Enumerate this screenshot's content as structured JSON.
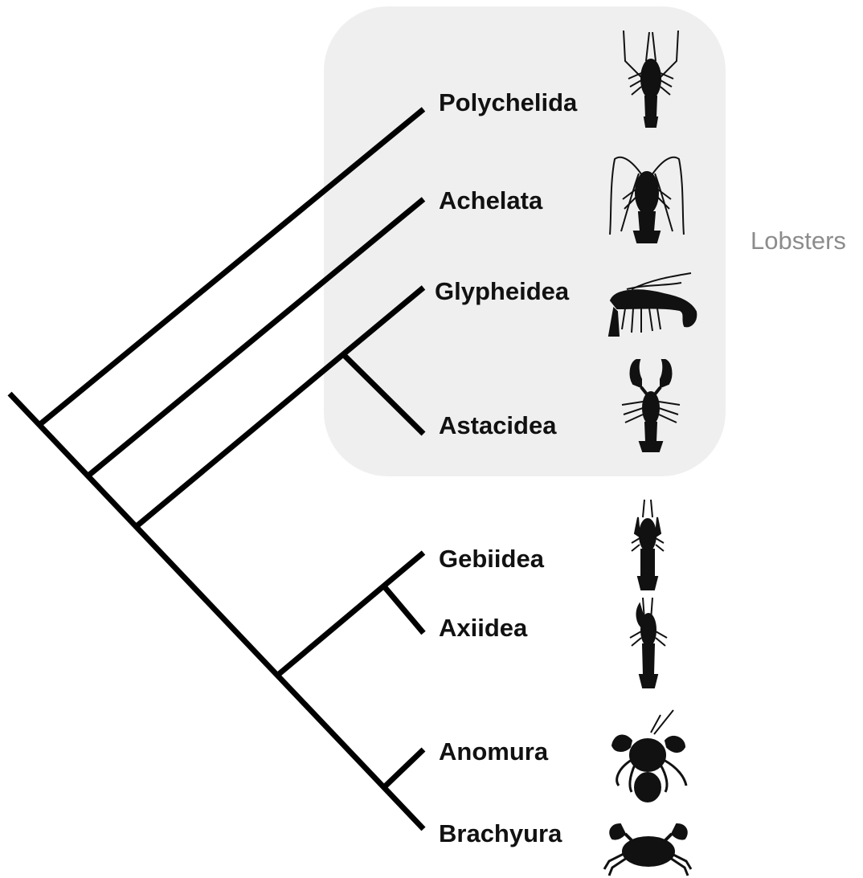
{
  "group": {
    "label": "Lobsters"
  },
  "taxa": [
    {
      "name": "Polychelida",
      "silhouette": "slender-lobster-icon"
    },
    {
      "name": "Achelata",
      "silhouette": "spiny-lobster-icon"
    },
    {
      "name": "Glypheidea",
      "silhouette": "glypheid-lobster-icon"
    },
    {
      "name": "Astacidea",
      "silhouette": "clawed-lobster-icon"
    },
    {
      "name": "Gebiidea",
      "silhouette": "mud-shrimp-icon"
    },
    {
      "name": "Axiidea",
      "silhouette": "ghost-shrimp-icon"
    },
    {
      "name": "Anomura",
      "silhouette": "hermit-crab-icon"
    },
    {
      "name": "Brachyura",
      "silhouette": "crab-icon"
    }
  ],
  "colors": {
    "branch": "#000000",
    "group_fill": "#efefef",
    "group_text": "#8c8c8c",
    "silhouette": "#111111"
  }
}
